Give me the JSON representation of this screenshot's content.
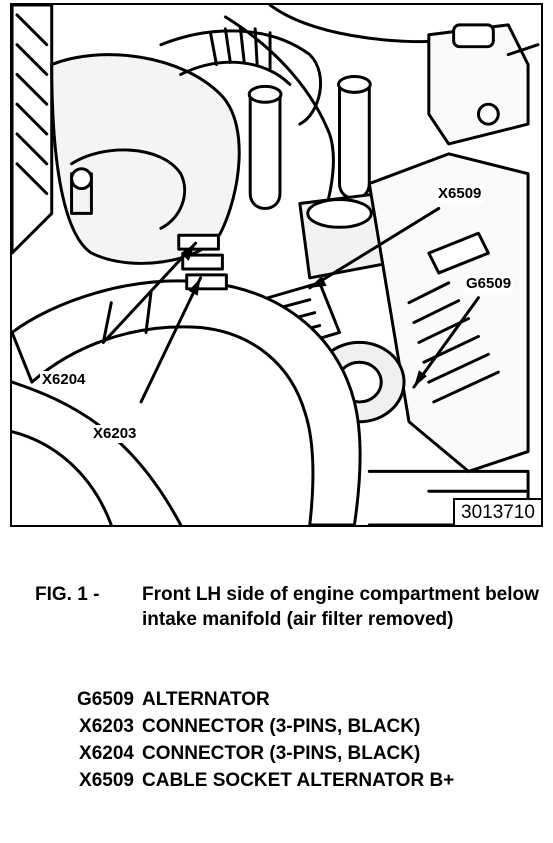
{
  "figure": {
    "callouts": {
      "x6509": "X6509",
      "g6509": "G6509",
      "x6204": "X6204",
      "x6203": "X6203"
    },
    "number": "3013710"
  },
  "caption": {
    "label": "FIG. 1 -",
    "text": "Front LH side of engine compartment below intake manifold (air filter removed)"
  },
  "legend": [
    {
      "code": "G6509",
      "description": "ALTERNATOR"
    },
    {
      "code": "X6203",
      "description": "CONNECTOR (3-PINS, BLACK)"
    },
    {
      "code": "X6204",
      "description": "CONNECTOR (3-PINS, BLACK)"
    },
    {
      "code": "X6509",
      "description": "CABLE SOCKET ALTERNATOR B+"
    }
  ]
}
